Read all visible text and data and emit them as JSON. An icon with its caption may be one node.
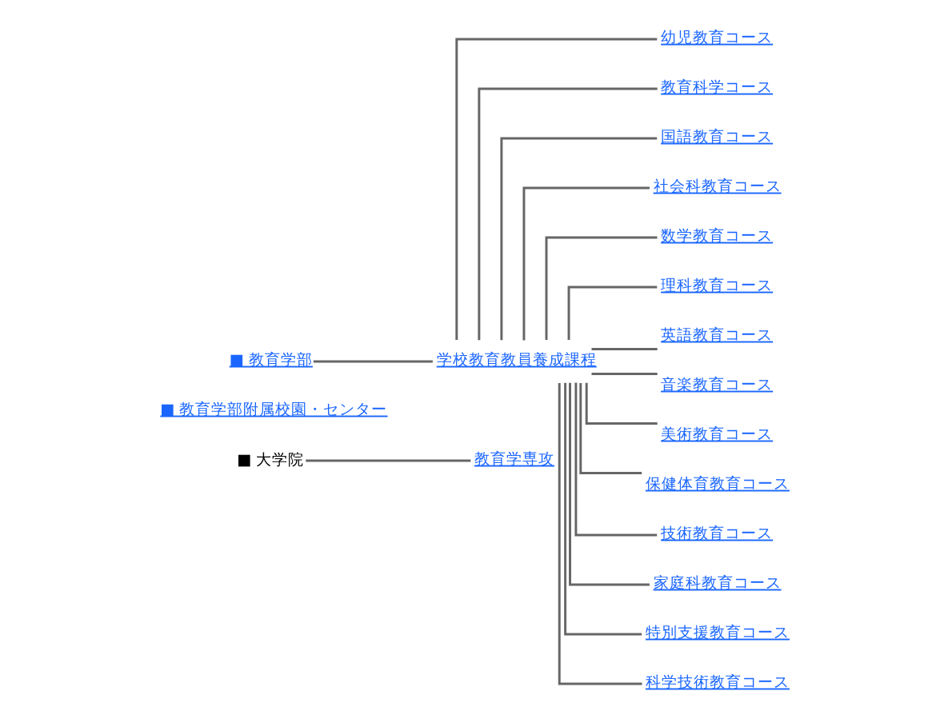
{
  "diagram": {
    "nodes": [
      {
        "text": [
          "■ 教育学部"
        ]
      },
      {
        "text": [
          "学校教育教員養成課程"
        ]
      },
      {
        "text": [
          "幼児教育コース"
        ]
      },
      {
        "text": [
          "教育科学コース"
        ]
      },
      {
        "text": [
          "国語教育コース"
        ]
      },
      {
        "text": [
          "社会科教育コース"
        ]
      },
      {
        "text": [
          "数学教育コース"
        ]
      },
      {
        "text": [
          "理科教育コース"
        ]
      },
      {
        "text": [
          "英語教育コース"
        ]
      },
      {
        "text": [
          "音楽教育コース"
        ]
      },
      {
        "text": [
          "美術教育コース"
        ]
      },
      {
        "text": [
          "保健体育教育コース"
        ]
      },
      {
        "text": [
          "技術教育コース"
        ]
      },
      {
        "text": [
          "家庭科教育コース"
        ]
      },
      {
        "text": [
          "特別支援教育コース"
        ]
      },
      {
        "text": [
          "科学技術教育コース"
        ]
      },
      {
        "text": [
          "■ 教育学部附属校園・センター"
        ]
      },
      {
        "text": [
          "■ 大学院"
        ]
      },
      {
        "text": [
          "教育学専攻"
        ]
      }
    ],
    "edges": [
      {
        "from": 0,
        "to": 1,
        "arrow": "none"
      },
      {
        "from": 1,
        "to": 2,
        "arrow": "none"
      },
      {
        "from": 1,
        "to": 3,
        "arrow": "none"
      },
      {
        "from": 1,
        "to": 4,
        "arrow": "none"
      },
      {
        "from": 1,
        "to": 5,
        "arrow": "none"
      },
      {
        "from": 1,
        "to": 6,
        "arrow": "none"
      },
      {
        "from": 1,
        "to": 7,
        "arrow": "none"
      },
      {
        "from": 1,
        "to": 8,
        "arrow": "none"
      },
      {
        "from": 1,
        "to": 9,
        "arrow": "none"
      },
      {
        "from": 1,
        "to": 10,
        "arrow": "none"
      },
      {
        "from": 1,
        "to": 11,
        "arrow": "none"
      },
      {
        "from": 1,
        "to": 12,
        "arrow": "none"
      },
      {
        "from": 1,
        "to": 13,
        "arrow": "none"
      },
      {
        "from": 1,
        "to": 14,
        "arrow": "none"
      },
      {
        "from": 1,
        "to": 15,
        "arrow": "none"
      },
      {
        "from": 17,
        "to": 18,
        "arrow": "none"
      }
    ]
  }
}
